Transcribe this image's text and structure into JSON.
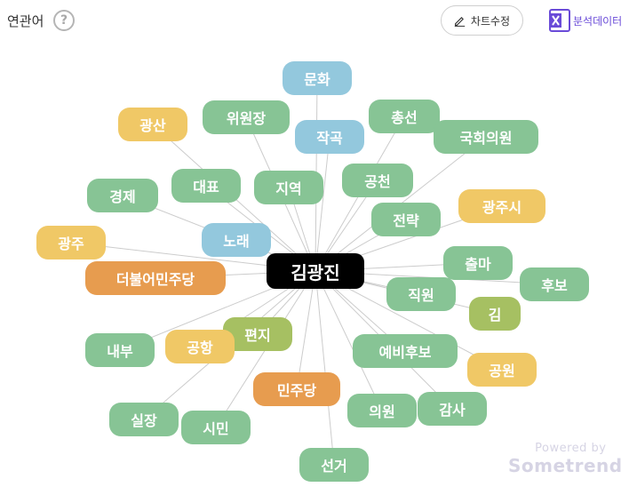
{
  "header": {
    "title": "연관어",
    "help": "?",
    "edit_label": "차트수정",
    "export_label": "분석데이터"
  },
  "colors": {
    "green": "#87c495",
    "blue": "#93c8dd",
    "yellow": "#f0c866",
    "orange": "#e79c4f",
    "olive": "#a6c062",
    "center": "#000000",
    "accent": "#6a4bd8"
  },
  "graph": {
    "center": "김광진",
    "nodes": [
      {
        "label": "문화",
        "color": "blue"
      },
      {
        "label": "총선",
        "color": "green"
      },
      {
        "label": "위원장",
        "color": "green"
      },
      {
        "label": "광산",
        "color": "yellow"
      },
      {
        "label": "작곡",
        "color": "blue"
      },
      {
        "label": "국회의원",
        "color": "green"
      },
      {
        "label": "경제",
        "color": "green"
      },
      {
        "label": "대표",
        "color": "green"
      },
      {
        "label": "지역",
        "color": "green"
      },
      {
        "label": "공천",
        "color": "green"
      },
      {
        "label": "광주시",
        "color": "yellow"
      },
      {
        "label": "전략",
        "color": "green"
      },
      {
        "label": "광주",
        "color": "yellow"
      },
      {
        "label": "노래",
        "color": "blue"
      },
      {
        "label": "출마",
        "color": "green"
      },
      {
        "label": "더불어민주당",
        "color": "orange"
      },
      {
        "label": "후보",
        "color": "green"
      },
      {
        "label": "직원",
        "color": "green"
      },
      {
        "label": "김",
        "color": "olive"
      },
      {
        "label": "편지",
        "color": "olive"
      },
      {
        "label": "내부",
        "color": "green"
      },
      {
        "label": "공항",
        "color": "yellow"
      },
      {
        "label": "예비후보",
        "color": "green"
      },
      {
        "label": "공원",
        "color": "yellow"
      },
      {
        "label": "민주당",
        "color": "orange"
      },
      {
        "label": "감사",
        "color": "green"
      },
      {
        "label": "실장",
        "color": "green"
      },
      {
        "label": "의원",
        "color": "green"
      },
      {
        "label": "시민",
        "color": "green"
      },
      {
        "label": "선거",
        "color": "green"
      }
    ]
  },
  "footer": {
    "powered_by": "Powered by",
    "brand": "Sometrend"
  }
}
